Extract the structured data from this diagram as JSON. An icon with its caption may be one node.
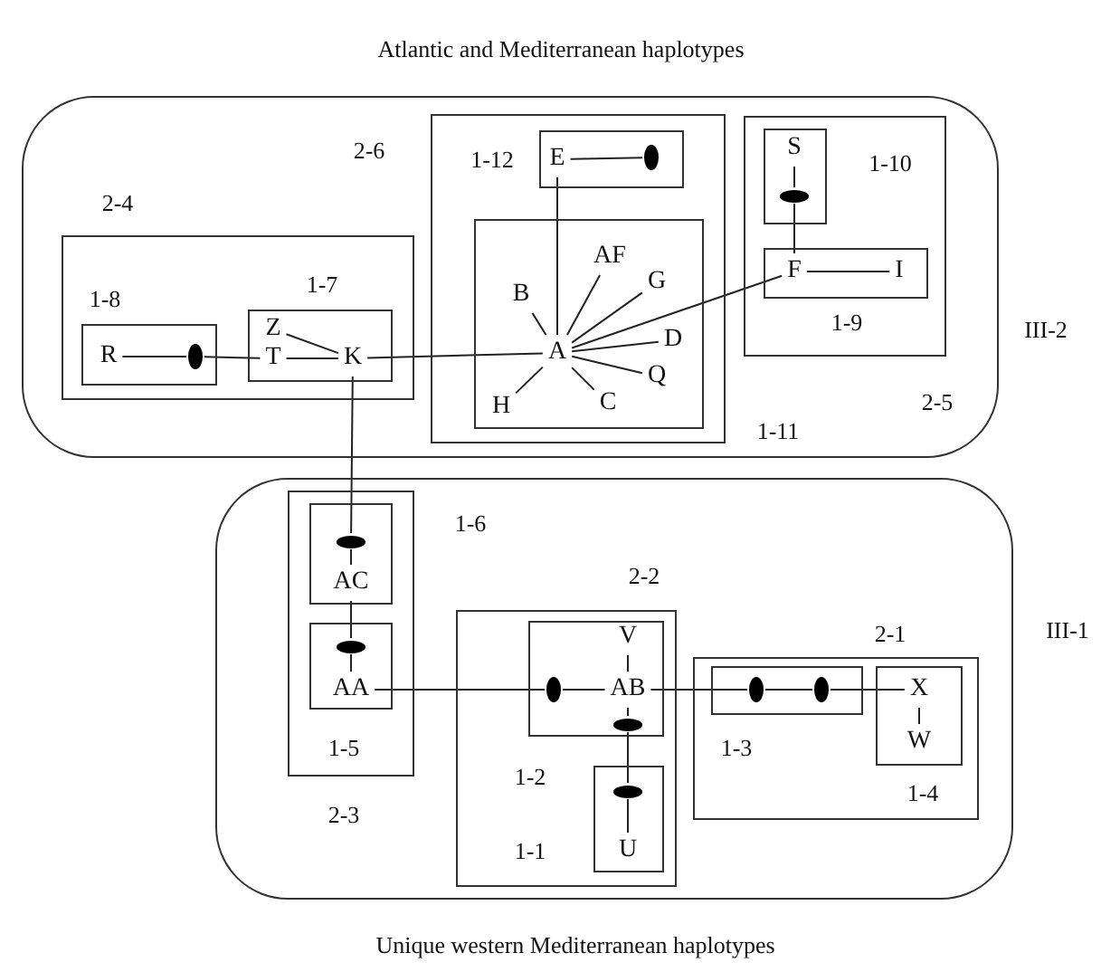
{
  "diagram": {
    "title": "Atlantic and Mediterranean haplotypes",
    "caption": "Unique western Mediterranean haplotypes",
    "nodes": [
      {
        "text": [],
        "shape": "box",
        "beside": [
          "III-2"
        ]
      },
      {
        "text": [],
        "shape": "box",
        "in": 0
      },
      {
        "text": [],
        "shape": "box",
        "in": 1
      },
      {
        "text": [
          "R"
        ],
        "in": 2
      },
      {
        "text": [],
        "shape": "ellipse",
        "in": 2
      },
      {
        "text": [],
        "shape": "box",
        "in": 1
      },
      {
        "text": [
          "Z"
        ],
        "in": 5
      },
      {
        "text": [
          "T"
        ],
        "in": 5
      },
      {
        "text": [
          "K"
        ],
        "in": 5
      },
      {
        "text": [],
        "shape": "box",
        "in": 0
      },
      {
        "text": [],
        "shape": "box",
        "in": 9
      },
      {
        "text": [
          "E"
        ],
        "in": 10
      },
      {
        "text": [],
        "shape": "ellipse",
        "in": 10
      },
      {
        "text": [],
        "shape": "box",
        "in": 9
      },
      {
        "text": [
          "AF"
        ],
        "in": 13
      },
      {
        "text": [
          "G"
        ],
        "in": 13
      },
      {
        "text": [
          "B"
        ],
        "in": 13
      },
      {
        "text": [
          "A"
        ],
        "in": 13
      },
      {
        "text": [
          "D"
        ],
        "in": 13
      },
      {
        "text": [
          "Q"
        ],
        "in": 13
      },
      {
        "text": [
          "H"
        ],
        "in": 13
      },
      {
        "text": [
          "C"
        ],
        "in": 13
      },
      {
        "text": [],
        "shape": "box",
        "in": 0
      },
      {
        "text": [],
        "shape": "box",
        "in": 22
      },
      {
        "text": [
          "S"
        ],
        "in": 23
      },
      {
        "text": [],
        "shape": "ellipse",
        "in": 23
      },
      {
        "text": [],
        "shape": "box",
        "in": 22
      },
      {
        "text": [
          "F"
        ],
        "in": 26
      },
      {
        "text": [
          "I"
        ],
        "in": 26
      },
      {
        "text": [],
        "shape": "box",
        "beside": [
          "III-1"
        ]
      },
      {
        "text": [],
        "shape": "box",
        "in": 29
      },
      {
        "text": [],
        "shape": "box",
        "in": 30
      },
      {
        "text": [],
        "shape": "ellipse",
        "in": 31
      },
      {
        "text": [
          "AC"
        ],
        "in": 31
      },
      {
        "text": [],
        "shape": "box",
        "in": 30
      },
      {
        "text": [],
        "shape": "ellipse",
        "in": 34
      },
      {
        "text": [
          "AA"
        ],
        "in": 34
      },
      {
        "text": [],
        "shape": "box",
        "in": 29
      },
      {
        "text": [],
        "shape": "box",
        "in": 37
      },
      {
        "text": [
          "V"
        ],
        "in": 38
      },
      {
        "text": [],
        "shape": "ellipse",
        "in": 38
      },
      {
        "text": [
          "AB"
        ],
        "in": 38
      },
      {
        "text": [],
        "shape": "ellipse",
        "in": 38
      },
      {
        "text": [],
        "shape": "box",
        "in": 37
      },
      {
        "text": [],
        "shape": "ellipse",
        "in": 43
      },
      {
        "text": [
          "U"
        ],
        "in": 43
      },
      {
        "text": [],
        "shape": "box",
        "in": 29
      },
      {
        "text": [],
        "shape": "box",
        "in": 46
      },
      {
        "text": [],
        "shape": "ellipse",
        "in": 47
      },
      {
        "text": [],
        "shape": "ellipse",
        "in": 47
      },
      {
        "text": [],
        "shape": "box",
        "in": 46
      },
      {
        "text": [
          "X"
        ],
        "in": 50
      },
      {
        "text": [
          "W"
        ],
        "in": 50
      }
    ],
    "edges": [
      {
        "from": 3,
        "to": 4,
        "arrow": "none"
      },
      {
        "from": 4,
        "to": 7,
        "arrow": "none"
      },
      {
        "from": 6,
        "to": 8,
        "arrow": "none"
      },
      {
        "from": 7,
        "to": 8,
        "arrow": "none"
      },
      {
        "from": 8,
        "to": 17,
        "arrow": "none"
      },
      {
        "from": 8,
        "to": 32,
        "arrow": "none"
      },
      {
        "from": 11,
        "to": 12,
        "arrow": "none"
      },
      {
        "from": 11,
        "to": 17,
        "arrow": "none"
      },
      {
        "from": 14,
        "to": 17,
        "arrow": "none"
      },
      {
        "from": 15,
        "to": 17,
        "arrow": "none"
      },
      {
        "from": 16,
        "to": 17,
        "arrow": "none"
      },
      {
        "from": 18,
        "to": 17,
        "arrow": "none"
      },
      {
        "from": 19,
        "to": 17,
        "arrow": "none"
      },
      {
        "from": 20,
        "to": 17,
        "arrow": "none"
      },
      {
        "from": 21,
        "to": 17,
        "arrow": "none"
      },
      {
        "from": 17,
        "to": 27,
        "arrow": "none"
      },
      {
        "from": 24,
        "to": 25,
        "arrow": "none"
      },
      {
        "from": 25,
        "to": 27,
        "arrow": "none"
      },
      {
        "from": 27,
        "to": 28,
        "arrow": "none"
      },
      {
        "from": 32,
        "to": 33,
        "arrow": "none"
      },
      {
        "from": 33,
        "to": 35,
        "arrow": "none"
      },
      {
        "from": 35,
        "to": 36,
        "arrow": "none"
      },
      {
        "from": 36,
        "to": 40,
        "arrow": "none"
      },
      {
        "from": 40,
        "to": 41,
        "arrow": "none"
      },
      {
        "from": 39,
        "to": 41,
        "arrow": "none"
      },
      {
        "from": 41,
        "to": 42,
        "arrow": "none"
      },
      {
        "from": 42,
        "to": 44,
        "arrow": "none"
      },
      {
        "from": 44,
        "to": 45,
        "arrow": "none"
      },
      {
        "from": 41,
        "to": 48,
        "arrow": "none"
      },
      {
        "from": 48,
        "to": 49,
        "arrow": "none"
      },
      {
        "from": 49,
        "to": 51,
        "arrow": "none"
      },
      {
        "from": 51,
        "to": 52,
        "arrow": "none"
      }
    ],
    "labels": [
      "2-6",
      "1-12",
      "1-10",
      "2-4",
      "1-7",
      "1-8",
      "1-9",
      "2-5",
      "1-11",
      "1-6",
      "2-2",
      "2-1",
      "1-3",
      "1-5",
      "1-2",
      "1-4",
      "2-3",
      "1-1"
    ]
  }
}
